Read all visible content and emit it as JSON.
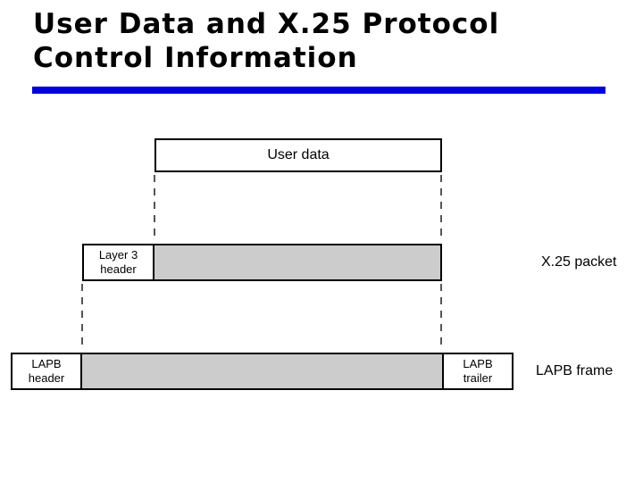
{
  "title": {
    "text": "User Data and X.25 Protocol\nControl Information"
  },
  "colors": {
    "title_rule_blue": "#0000DF",
    "box_fill_gray": "#CCCCCC",
    "box_border": "#000000",
    "dashed_line": "#555555"
  },
  "diagram": {
    "user_data_label": "User data",
    "x25_packet_row": {
      "layer3_header_label": "Layer 3\nheader",
      "row_label": "X.25 packet"
    },
    "lapb_frame_row": {
      "lapb_header_label": "LAPB\nheader",
      "lapb_trailer_label": "LAPB\ntrailer",
      "row_label": "LAPB frame"
    }
  }
}
